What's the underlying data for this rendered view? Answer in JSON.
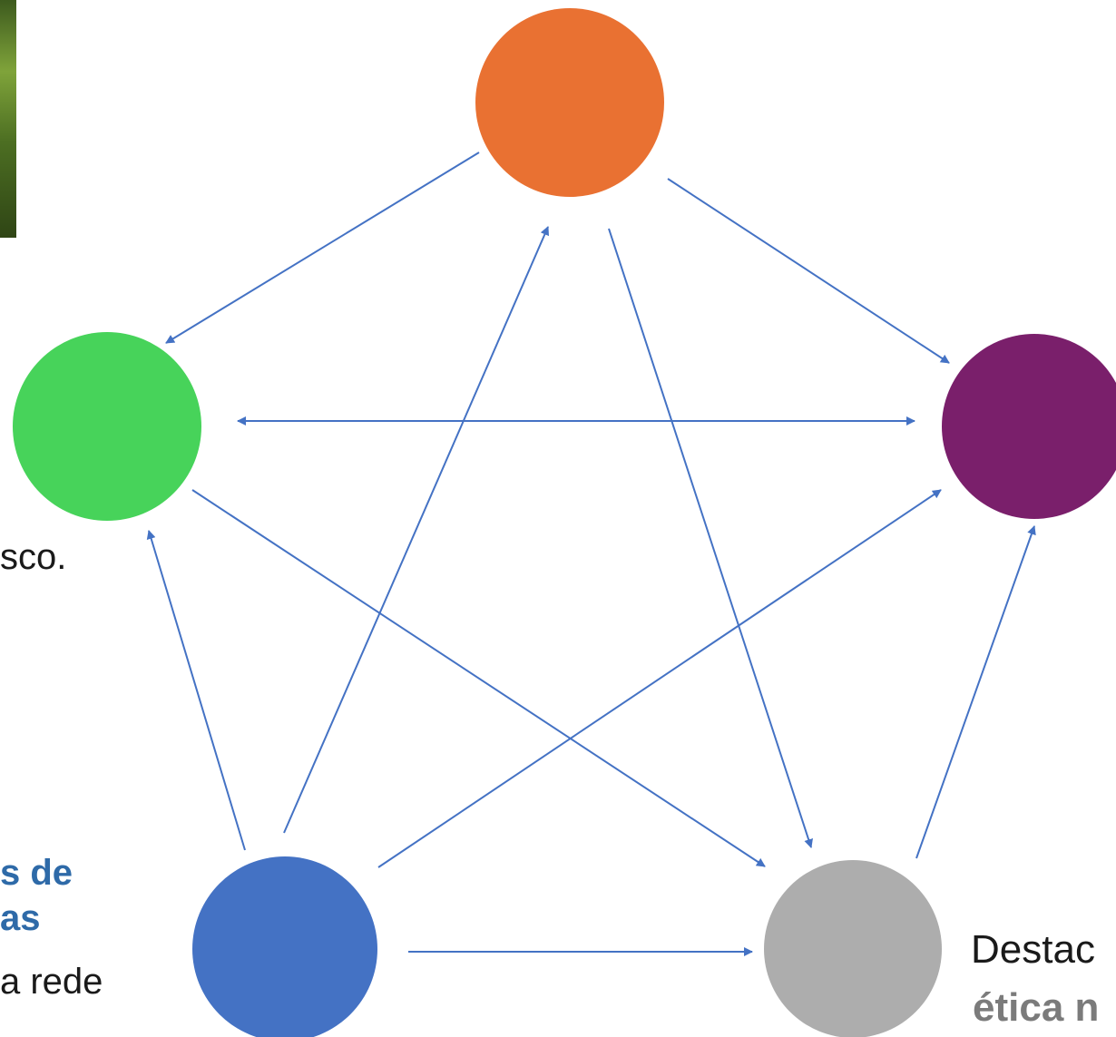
{
  "colors": {
    "arrow": "#4472c4",
    "node_top": "#e97132",
    "node_left": "#47d35a",
    "node_right": "#7a1f6b",
    "node_bottom_left": "#4472c4",
    "node_bottom_right": "#adadad",
    "heading_blue": "#2e6aa8",
    "bold_gray": "#7b7b7b"
  },
  "nodes": [
    {
      "id": "top",
      "color_key": "node_top"
    },
    {
      "id": "left",
      "color_key": "node_left"
    },
    {
      "id": "right",
      "color_key": "node_right"
    },
    {
      "id": "bottom-left",
      "color_key": "node_bottom_left"
    },
    {
      "id": "bottom-right",
      "color_key": "node_bottom_right"
    }
  ],
  "texts": {
    "left_fragment": "sco.",
    "blue_line1": "s de",
    "blue_line2": "as",
    "line3": "a rede",
    "right_line1": "Destac",
    "right_line2": "ética n"
  }
}
